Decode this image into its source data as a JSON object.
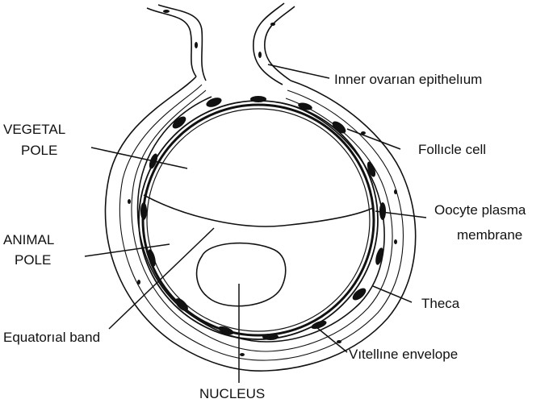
{
  "diagram": {
    "labels": {
      "inner_ovarian_epithelium": "Inner ovarıan epithelıum",
      "follicle_cell": "Follıcle cell",
      "oocyte_plasma_membrane_line1": "Oocyte plasma",
      "oocyte_plasma_membrane_line2": "membrane",
      "theca": "Theca",
      "vitelline_envelope": "Vıtellıne envelope",
      "nucleus": "NUCLEUS",
      "equatorial_band": "Equatorıal band",
      "animal_pole_line1": "ANIMAL",
      "animal_pole_line2": "POLE",
      "vegetal_pole_line1": "VEGETAL",
      "vegetal_pole_line2": "POLE"
    },
    "colors": {
      "ink": "#111111",
      "background": "#ffffff"
    }
  }
}
